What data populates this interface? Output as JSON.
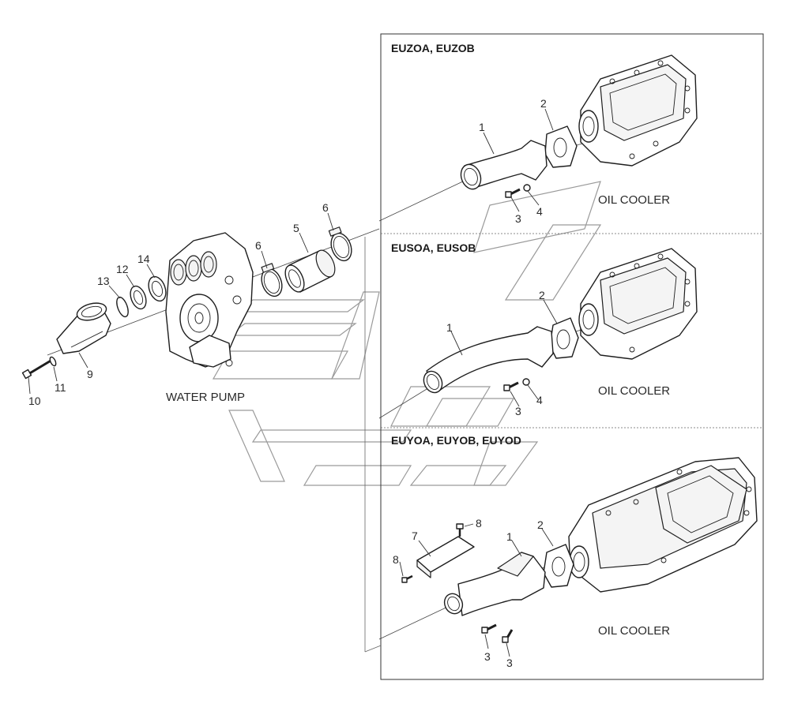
{
  "panels": [
    {
      "id": "top",
      "header": "EUZOA, EUZOB",
      "caption": "OIL COOLER"
    },
    {
      "id": "mid",
      "header": "EUSOA, EUSOB",
      "caption": "OIL COOLER"
    },
    {
      "id": "bot",
      "header": "EUYOA, EUYOB, EUYOD",
      "caption": "OIL COOLER"
    }
  ],
  "main_caption": "WATER PUMP",
  "callouts": {
    "c1a": "1",
    "c2a": "2",
    "c3a": "3",
    "c4a": "4",
    "c1b": "1",
    "c2b": "2",
    "c3b": "3",
    "c4b": "4",
    "c1c": "1",
    "c2c": "2",
    "c3c1": "3",
    "c3c2": "3",
    "c7": "7",
    "c8a": "8",
    "c8b": "8",
    "c5": "5",
    "c6a": "6",
    "c6b": "6",
    "c9": "9",
    "c10": "10",
    "c11": "11",
    "c12": "12",
    "c13": "13",
    "c14": "14"
  }
}
